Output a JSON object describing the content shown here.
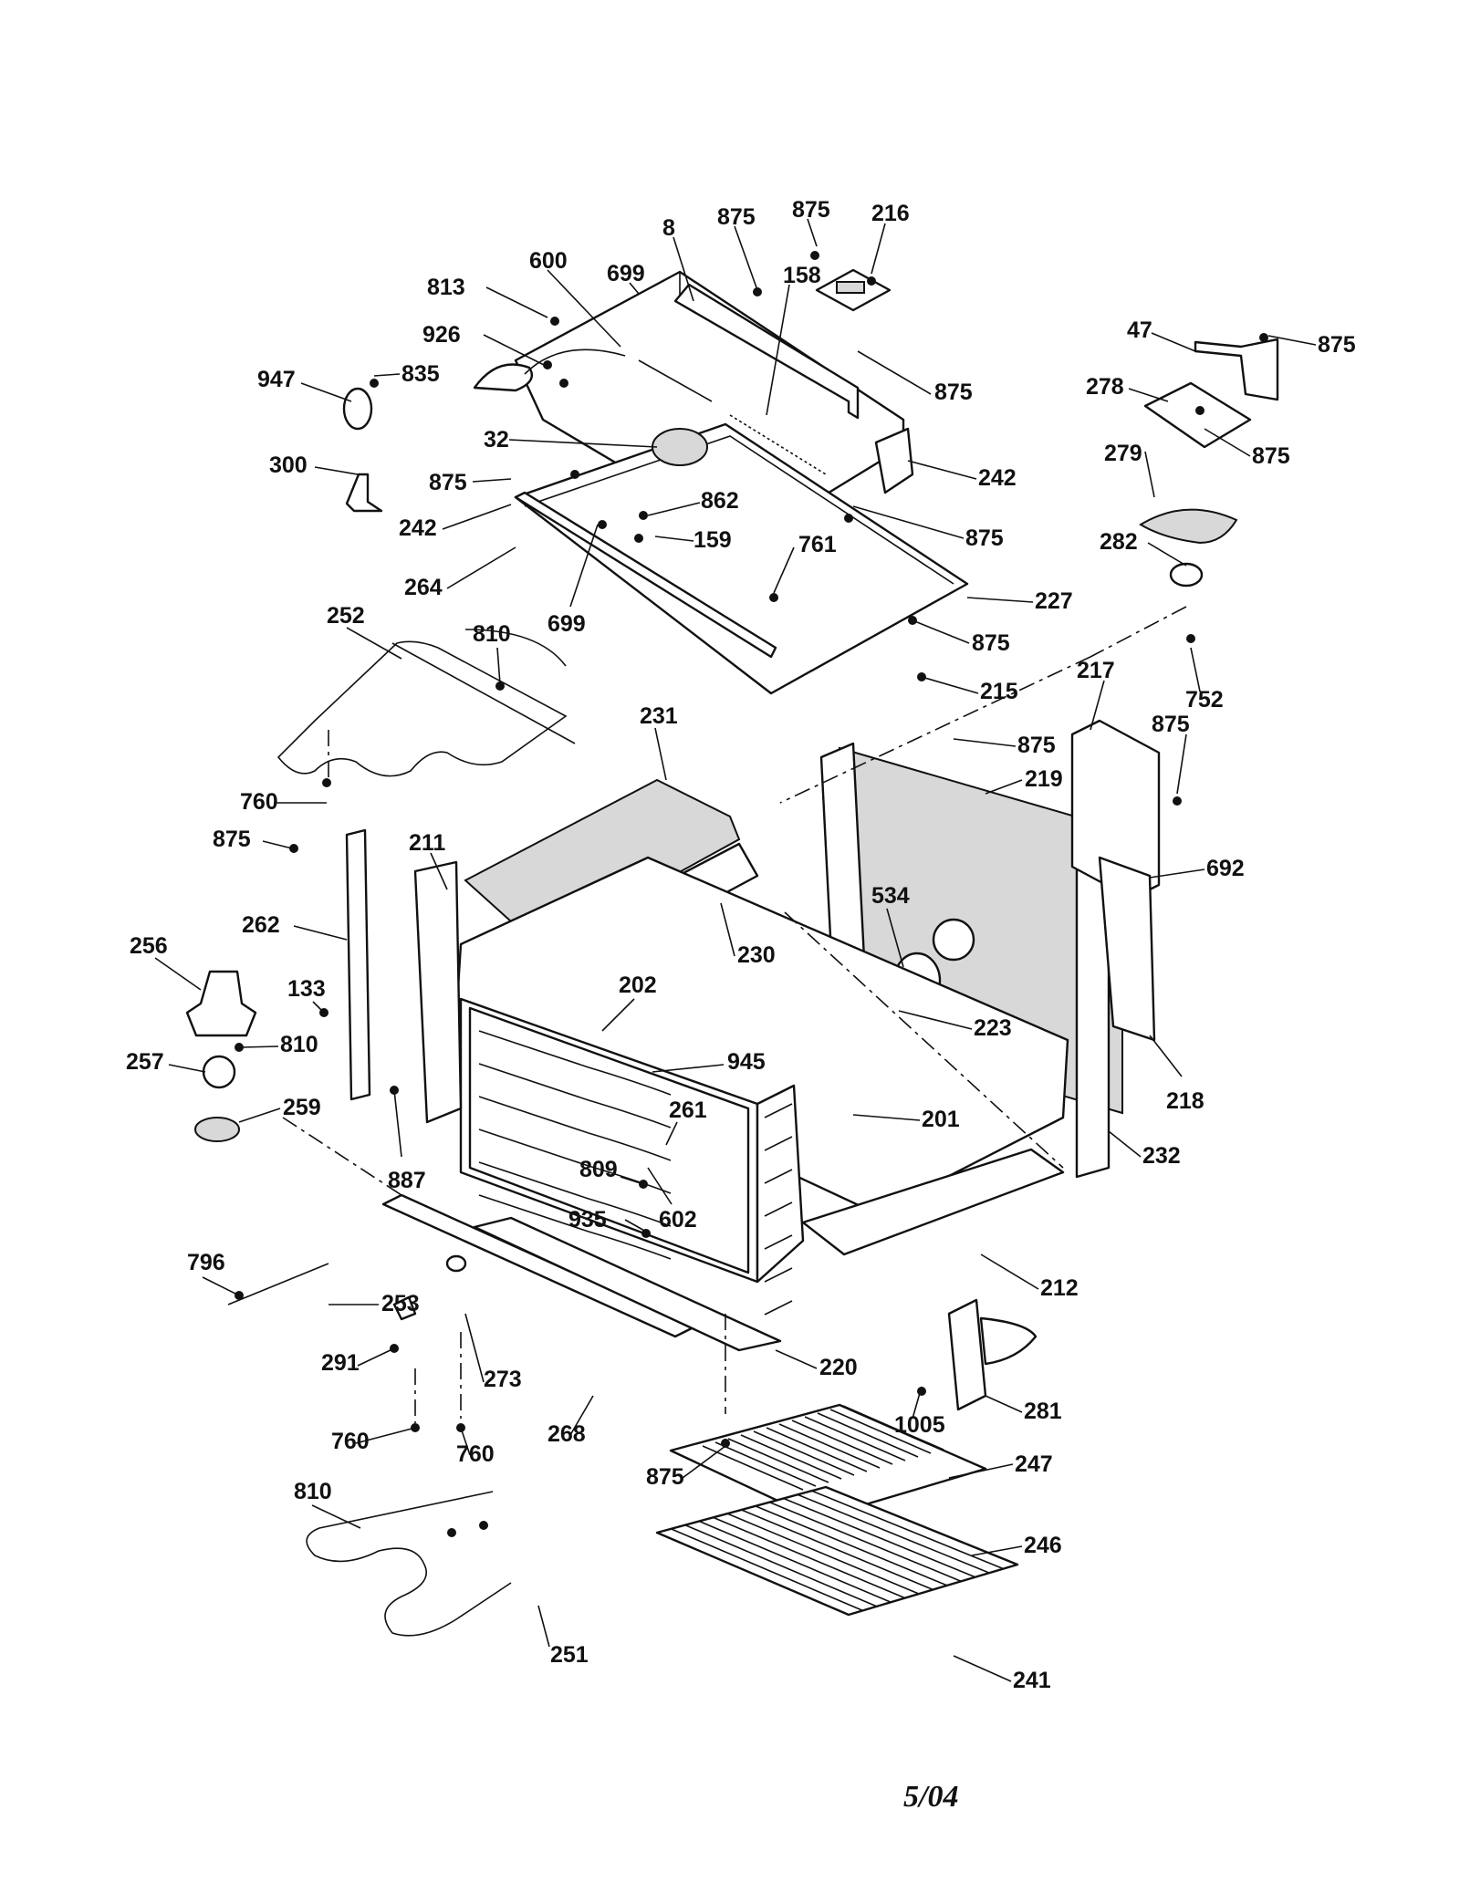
{
  "labels": [
    {
      "id": "p8",
      "text": "8"
    },
    {
      "id": "p875a",
      "text": "875"
    },
    {
      "id": "p875b",
      "text": "875"
    },
    {
      "id": "p216",
      "text": "216"
    },
    {
      "id": "p600",
      "text": "600"
    },
    {
      "id": "p699a",
      "text": "699"
    },
    {
      "id": "p158",
      "text": "158"
    },
    {
      "id": "p813",
      "text": "813"
    },
    {
      "id": "p926",
      "text": "926"
    },
    {
      "id": "p947",
      "text": "947"
    },
    {
      "id": "p835",
      "text": "835"
    },
    {
      "id": "p875c",
      "text": "875"
    },
    {
      "id": "p47",
      "text": "47"
    },
    {
      "id": "p875d",
      "text": "875"
    },
    {
      "id": "p278",
      "text": "278"
    },
    {
      "id": "p875e",
      "text": "875"
    },
    {
      "id": "p32",
      "text": "32"
    },
    {
      "id": "p300",
      "text": "300"
    },
    {
      "id": "p875f",
      "text": "875"
    },
    {
      "id": "p242a",
      "text": "242"
    },
    {
      "id": "p242b",
      "text": "242"
    },
    {
      "id": "p862",
      "text": "862"
    },
    {
      "id": "p279",
      "text": "279"
    },
    {
      "id": "p159",
      "text": "159"
    },
    {
      "id": "p875g",
      "text": "875"
    },
    {
      "id": "p761",
      "text": "761"
    },
    {
      "id": "p282",
      "text": "282"
    },
    {
      "id": "p264",
      "text": "264"
    },
    {
      "id": "p227",
      "text": "227"
    },
    {
      "id": "p699b",
      "text": "699"
    },
    {
      "id": "p252",
      "text": "252"
    },
    {
      "id": "p810a",
      "text": "810"
    },
    {
      "id": "p875h",
      "text": "875"
    },
    {
      "id": "p215",
      "text": "215"
    },
    {
      "id": "p752",
      "text": "752"
    },
    {
      "id": "p217",
      "text": "217"
    },
    {
      "id": "p231",
      "text": "231"
    },
    {
      "id": "p875i",
      "text": "875"
    },
    {
      "id": "p875j",
      "text": "875"
    },
    {
      "id": "p219",
      "text": "219"
    },
    {
      "id": "p760a",
      "text": "760"
    },
    {
      "id": "p875k",
      "text": "875"
    },
    {
      "id": "p211",
      "text": "211"
    },
    {
      "id": "p692",
      "text": "692"
    },
    {
      "id": "p534",
      "text": "534"
    },
    {
      "id": "p262",
      "text": "262"
    },
    {
      "id": "p256",
      "text": "256"
    },
    {
      "id": "p230",
      "text": "230"
    },
    {
      "id": "p133",
      "text": "133"
    },
    {
      "id": "p202",
      "text": "202"
    },
    {
      "id": "p223",
      "text": "223"
    },
    {
      "id": "p810b",
      "text": "810"
    },
    {
      "id": "p257",
      "text": "257"
    },
    {
      "id": "p945",
      "text": "945"
    },
    {
      "id": "p259",
      "text": "259"
    },
    {
      "id": "p261",
      "text": "261"
    },
    {
      "id": "p218",
      "text": "218"
    },
    {
      "id": "p201",
      "text": "201"
    },
    {
      "id": "p232",
      "text": "232"
    },
    {
      "id": "p887",
      "text": "887"
    },
    {
      "id": "p809",
      "text": "809"
    },
    {
      "id": "p602",
      "text": "602"
    },
    {
      "id": "p935",
      "text": "935"
    },
    {
      "id": "p796",
      "text": "796"
    },
    {
      "id": "p212",
      "text": "212"
    },
    {
      "id": "p253",
      "text": "253"
    },
    {
      "id": "p291",
      "text": "291"
    },
    {
      "id": "p273",
      "text": "273"
    },
    {
      "id": "p220",
      "text": "220"
    },
    {
      "id": "p1005",
      "text": "1005"
    },
    {
      "id": "p281",
      "text": "281"
    },
    {
      "id": "p760b",
      "text": "760"
    },
    {
      "id": "p268",
      "text": "268"
    },
    {
      "id": "p760c",
      "text": "760"
    },
    {
      "id": "p875l",
      "text": "875"
    },
    {
      "id": "p247",
      "text": "247"
    },
    {
      "id": "p810c",
      "text": "810"
    },
    {
      "id": "p246",
      "text": "246"
    },
    {
      "id": "p251",
      "text": "251"
    },
    {
      "id": "p241",
      "text": "241"
    }
  ],
  "date_code": "5/04"
}
